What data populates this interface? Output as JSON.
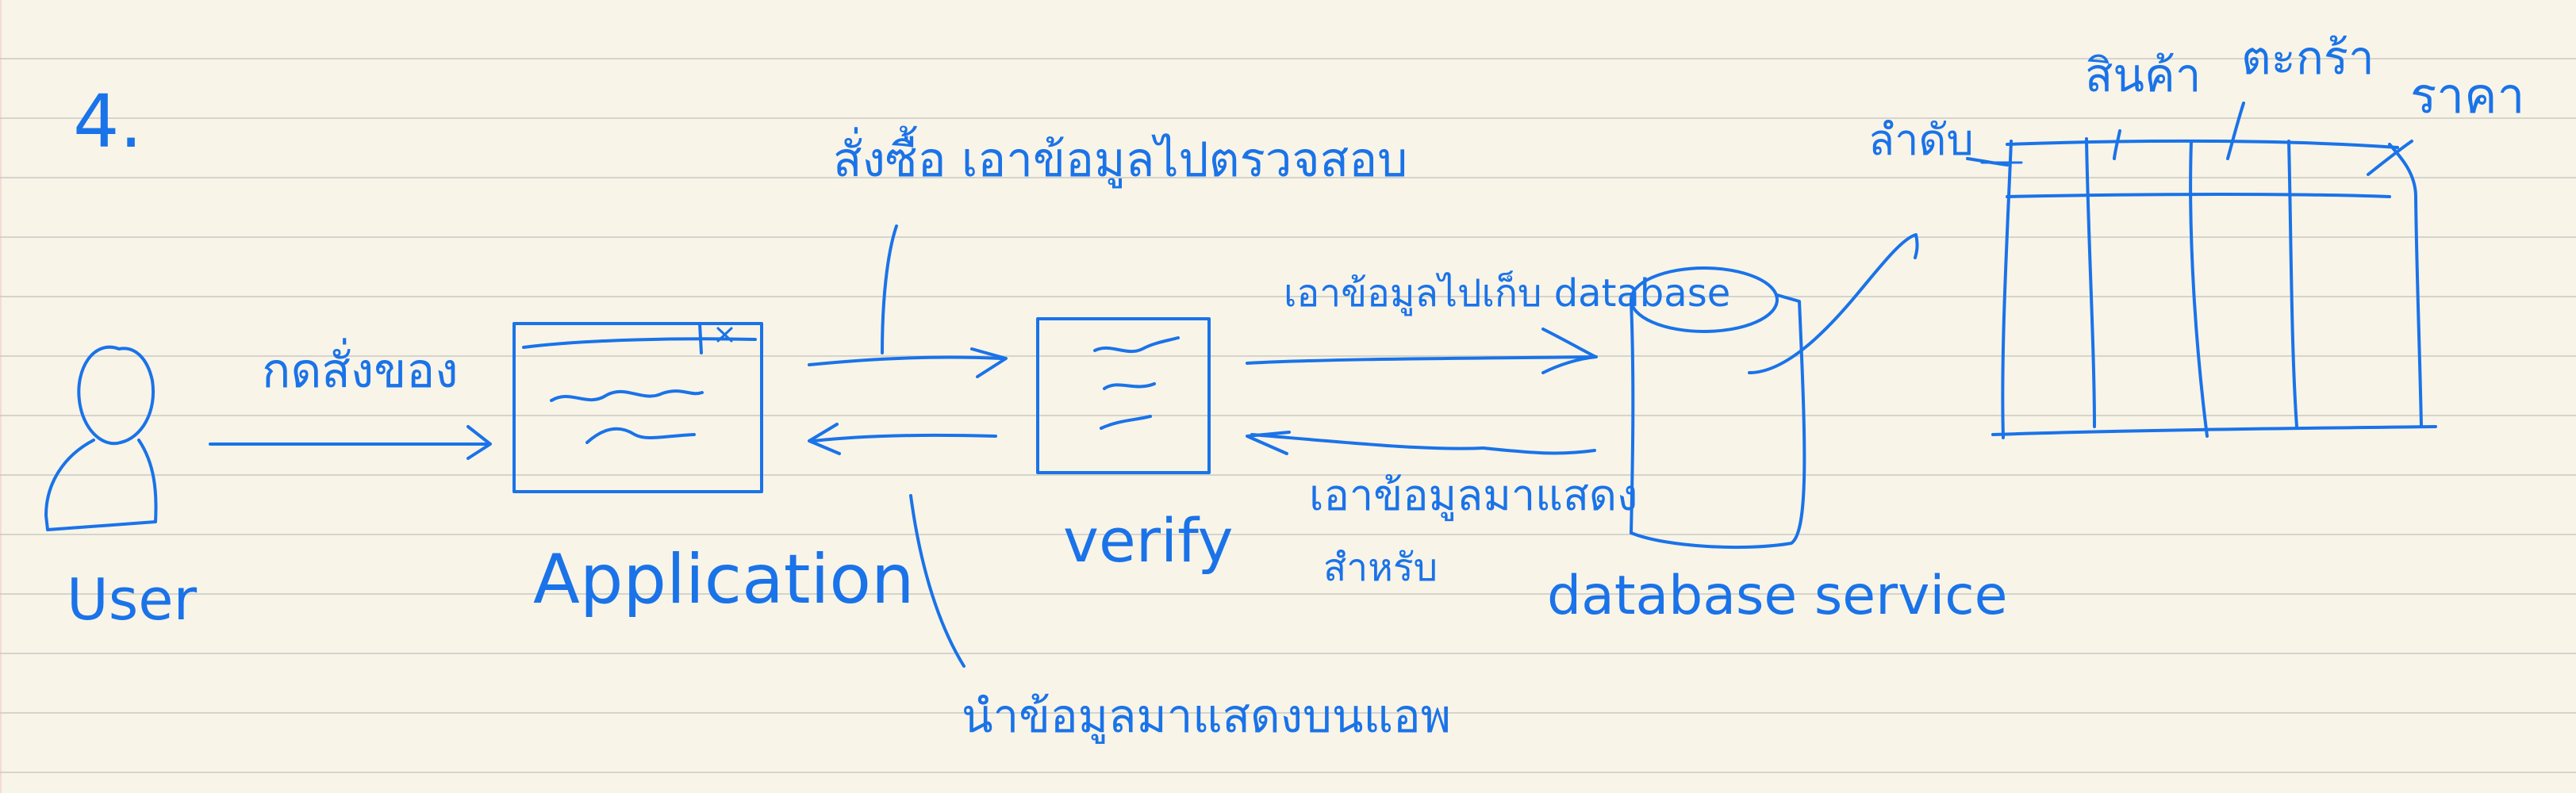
{
  "page_number": "4.",
  "ink_color": "#1a73e8",
  "paper_color": "#f8f4e8",
  "rule_color": "#d5d4cc",
  "labels": {
    "user": "User",
    "click_order": "กดสั่งของ",
    "application": "Application",
    "send_to_verify": "สั่งซื้อ เอาข้อมูลไปตรวจสอบ",
    "verify": "verify",
    "send_to_database": "เอาข้อมูลไปเก็บ database",
    "return_data": "เอาข้อมูลมาแสดง",
    "return_data_line2": "สำหรับ",
    "display_in_app": "นำข้อมูลมาแสดงบนแอพ",
    "database_service": "database service",
    "table_col_order": "ลำดับ",
    "table_col_product": "สินค้า",
    "table_col_cart": "ตะกร้า",
    "table_col_price": "ราคา"
  }
}
